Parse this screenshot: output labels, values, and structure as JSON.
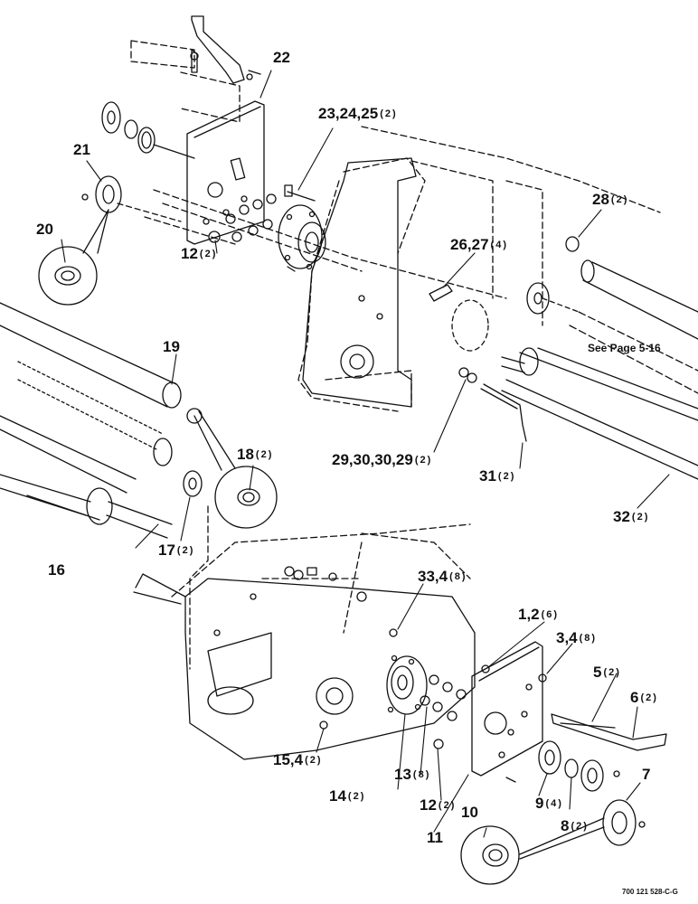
{
  "callouts": {
    "c22": {
      "num": "22",
      "qty": ""
    },
    "c23": {
      "num": "23,24,25",
      "qty": "(2)"
    },
    "c21": {
      "num": "21",
      "qty": ""
    },
    "c20": {
      "num": "20",
      "qty": ""
    },
    "c28": {
      "num": "28",
      "qty": "(2)"
    },
    "c12a": {
      "num": "12",
      "qty": "(2)"
    },
    "c26": {
      "num": "26,27",
      "qty": "(4)"
    },
    "c19": {
      "num": "19",
      "qty": ""
    },
    "c18": {
      "num": "18",
      "qty": "(2)"
    },
    "c29": {
      "num": "29,30,30,29",
      "qty": "(2)"
    },
    "c31": {
      "num": "31",
      "qty": "(2)"
    },
    "c32": {
      "num": "32",
      "qty": "(2)"
    },
    "c16": {
      "num": "16",
      "qty": ""
    },
    "c17": {
      "num": "17",
      "qty": "(2)"
    },
    "c33": {
      "num": "33,4",
      "qty": "(8)"
    },
    "c1": {
      "num": "1,2",
      "qty": "(6)"
    },
    "c3": {
      "num": "3,4",
      "qty": "(8)"
    },
    "c5": {
      "num": "5",
      "qty": "(2)"
    },
    "c6": {
      "num": "6",
      "qty": "(2)"
    },
    "c15": {
      "num": "15,4",
      "qty": "(2)"
    },
    "c13": {
      "num": "13",
      "qty": "(8)"
    },
    "c14": {
      "num": "14",
      "qty": "(2)"
    },
    "c9": {
      "num": "9",
      "qty": "(4)"
    },
    "c7": {
      "num": "7",
      "qty": ""
    },
    "c8": {
      "num": "8",
      "qty": "(2)"
    },
    "c12b": {
      "num": "12",
      "qty": "(2)"
    },
    "c11": {
      "num": "11",
      "qty": ""
    },
    "c10": {
      "num": "10",
      "qty": ""
    }
  },
  "see_page": "See Page 5-16",
  "drawing_code": "700 121 528-C-G"
}
